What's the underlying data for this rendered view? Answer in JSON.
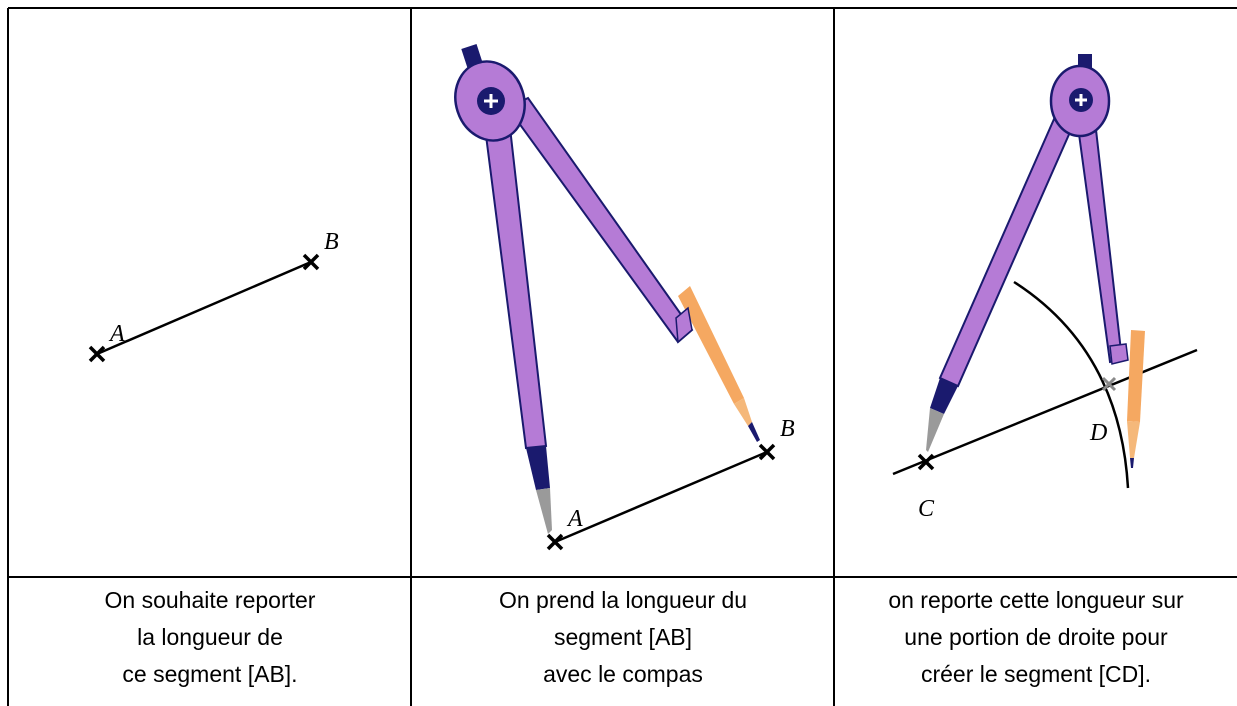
{
  "panels": [
    {
      "points": {
        "A": "A",
        "B": "B"
      },
      "caption": [
        "On souhaite reporter",
        "la longueur de",
        "ce segment [AB]."
      ]
    },
    {
      "points": {
        "A": "A",
        "B": "B"
      },
      "caption": [
        "On prend la longueur du",
        "segment [AB]",
        "avec le compas"
      ]
    },
    {
      "points": {
        "C": "C",
        "D": "D"
      },
      "caption": [
        "on reporte cette longueur sur",
        "une portion de droite pour",
        "créer le segment [CD]."
      ]
    }
  ],
  "colors": {
    "compass_body": "#b57bd6",
    "compass_outline": "#1a1a6e",
    "compass_hinge": "#1a1a6e",
    "pencil": "#f5a861",
    "needle": "#9a9a9a",
    "line": "#000000",
    "grid": "#000000"
  },
  "icons": [
    "compass-icon",
    "pencil-icon",
    "cross-point-icon"
  ]
}
